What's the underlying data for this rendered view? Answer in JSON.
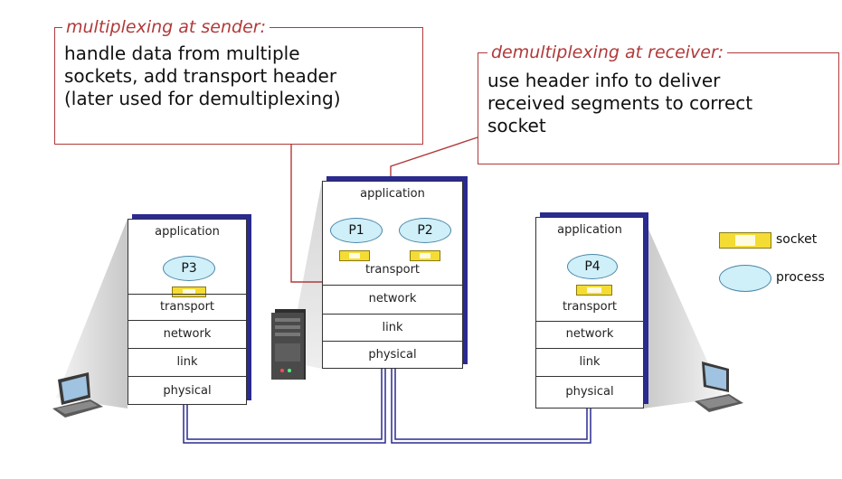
{
  "mux_callout": {
    "title": "multiplexing at sender:",
    "body": "handle data from multiple\nsockets, add transport header\n(later used for demultiplexing)"
  },
  "demux_callout": {
    "title": "demultiplexing at receiver:",
    "body": "use header info to deliver\nreceived segments to correct\nsocket"
  },
  "left_host": {
    "application": "application",
    "process": "P3",
    "layers": [
      "transport",
      "network",
      "link",
      "physical"
    ]
  },
  "server_host": {
    "application": "application",
    "processes": [
      "P1",
      "P2"
    ],
    "layers": [
      "transport",
      "network",
      "link",
      "physical"
    ]
  },
  "right_host": {
    "application": "application",
    "process": "P4",
    "layers": [
      "transport",
      "network",
      "link",
      "physical"
    ]
  },
  "legend": {
    "socket": "socket",
    "process": "process"
  },
  "colors": {
    "callout_red": "#b03a3a",
    "stack_shadow": "#2a2a90",
    "link_blue": "#2a2a90",
    "socket_yellow": "#f4dc35",
    "process_blue": "#cfeff9"
  },
  "icons": [
    "laptop-icon",
    "server-icon",
    "laptop-icon"
  ]
}
